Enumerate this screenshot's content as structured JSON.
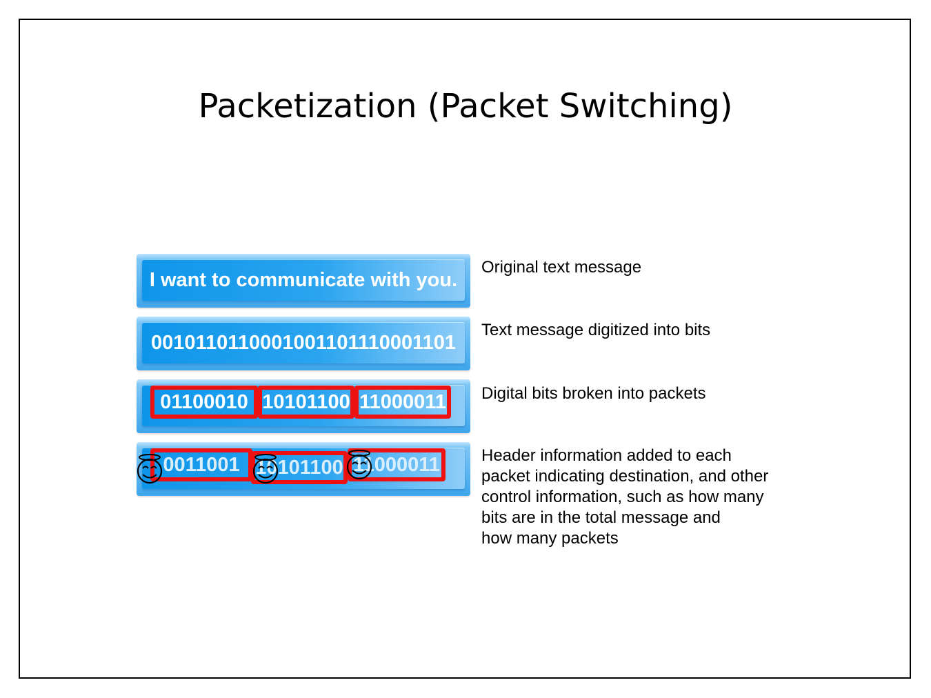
{
  "title": "Packetization (Packet Switching)",
  "rows": [
    {
      "content": "I want to communicate with you.",
      "description": "Original text message"
    },
    {
      "content": "0010110110001001101110001101",
      "description": "Text message digitized into bits"
    },
    {
      "packets": [
        "01100010",
        "10101100",
        "11000011"
      ],
      "description": "Digital bits broken into packets"
    },
    {
      "packets": [
        "0011001",
        "10101100",
        "11000011"
      ],
      "description_lines": [
        "Header information added to each",
        "packet indicating destination, and other",
        "control information, such as how many",
        "bits are in the total message and",
        "how many packets"
      ]
    }
  ],
  "colors": {
    "bar": "#1a9bec",
    "packet_border": "#ee1111",
    "text": "#ffffff"
  },
  "icons": [
    "header-smiley-icon"
  ]
}
